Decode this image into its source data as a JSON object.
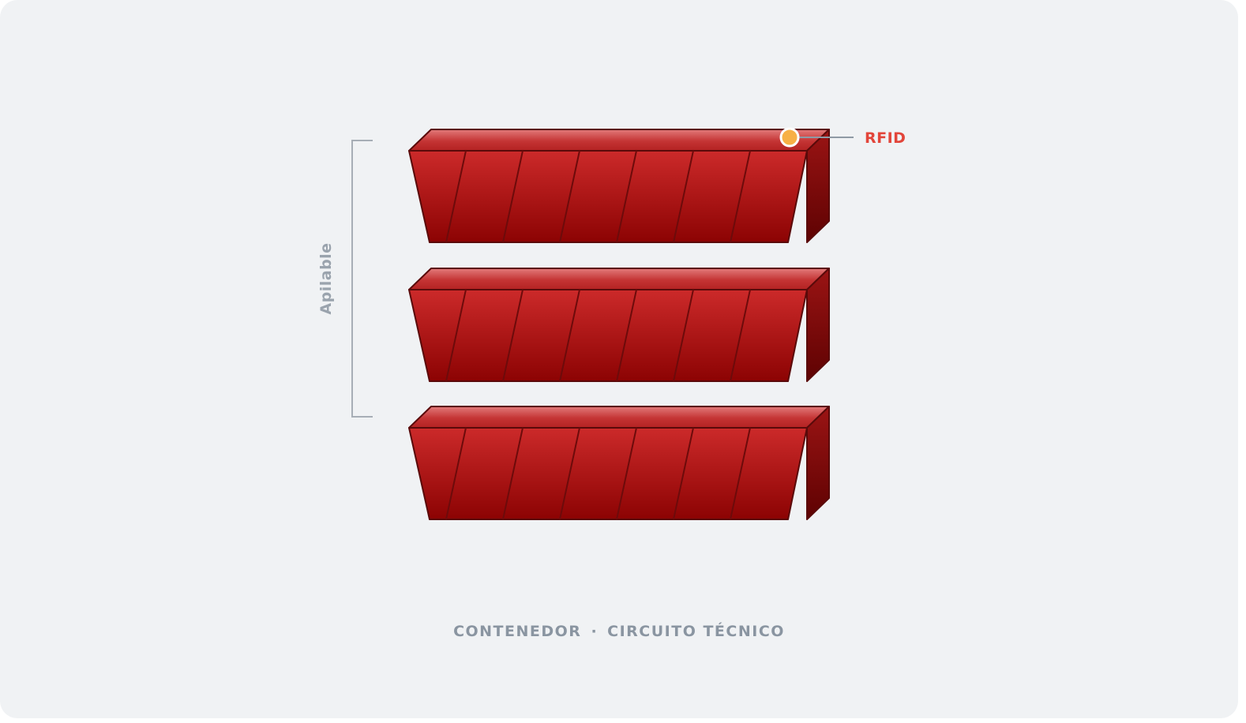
{
  "labels": {
    "rfid": "RFID",
    "stack": "Apilable"
  },
  "footer": {
    "left": "CONTENEDOR",
    "separator": "·",
    "right": "CIRCUITO TÉCNICO"
  },
  "crates": [
    {
      "name": "crate-top"
    },
    {
      "name": "crate-middle"
    },
    {
      "name": "crate-bottom"
    }
  ],
  "colors": {
    "background": "#f0f2f4",
    "crate_red": "#b71c1c",
    "crate_dark": "#8b0000",
    "rfid_marker": "#f7b046",
    "rfid_label": "#e2453a",
    "muted_text": "#8a95a1"
  }
}
